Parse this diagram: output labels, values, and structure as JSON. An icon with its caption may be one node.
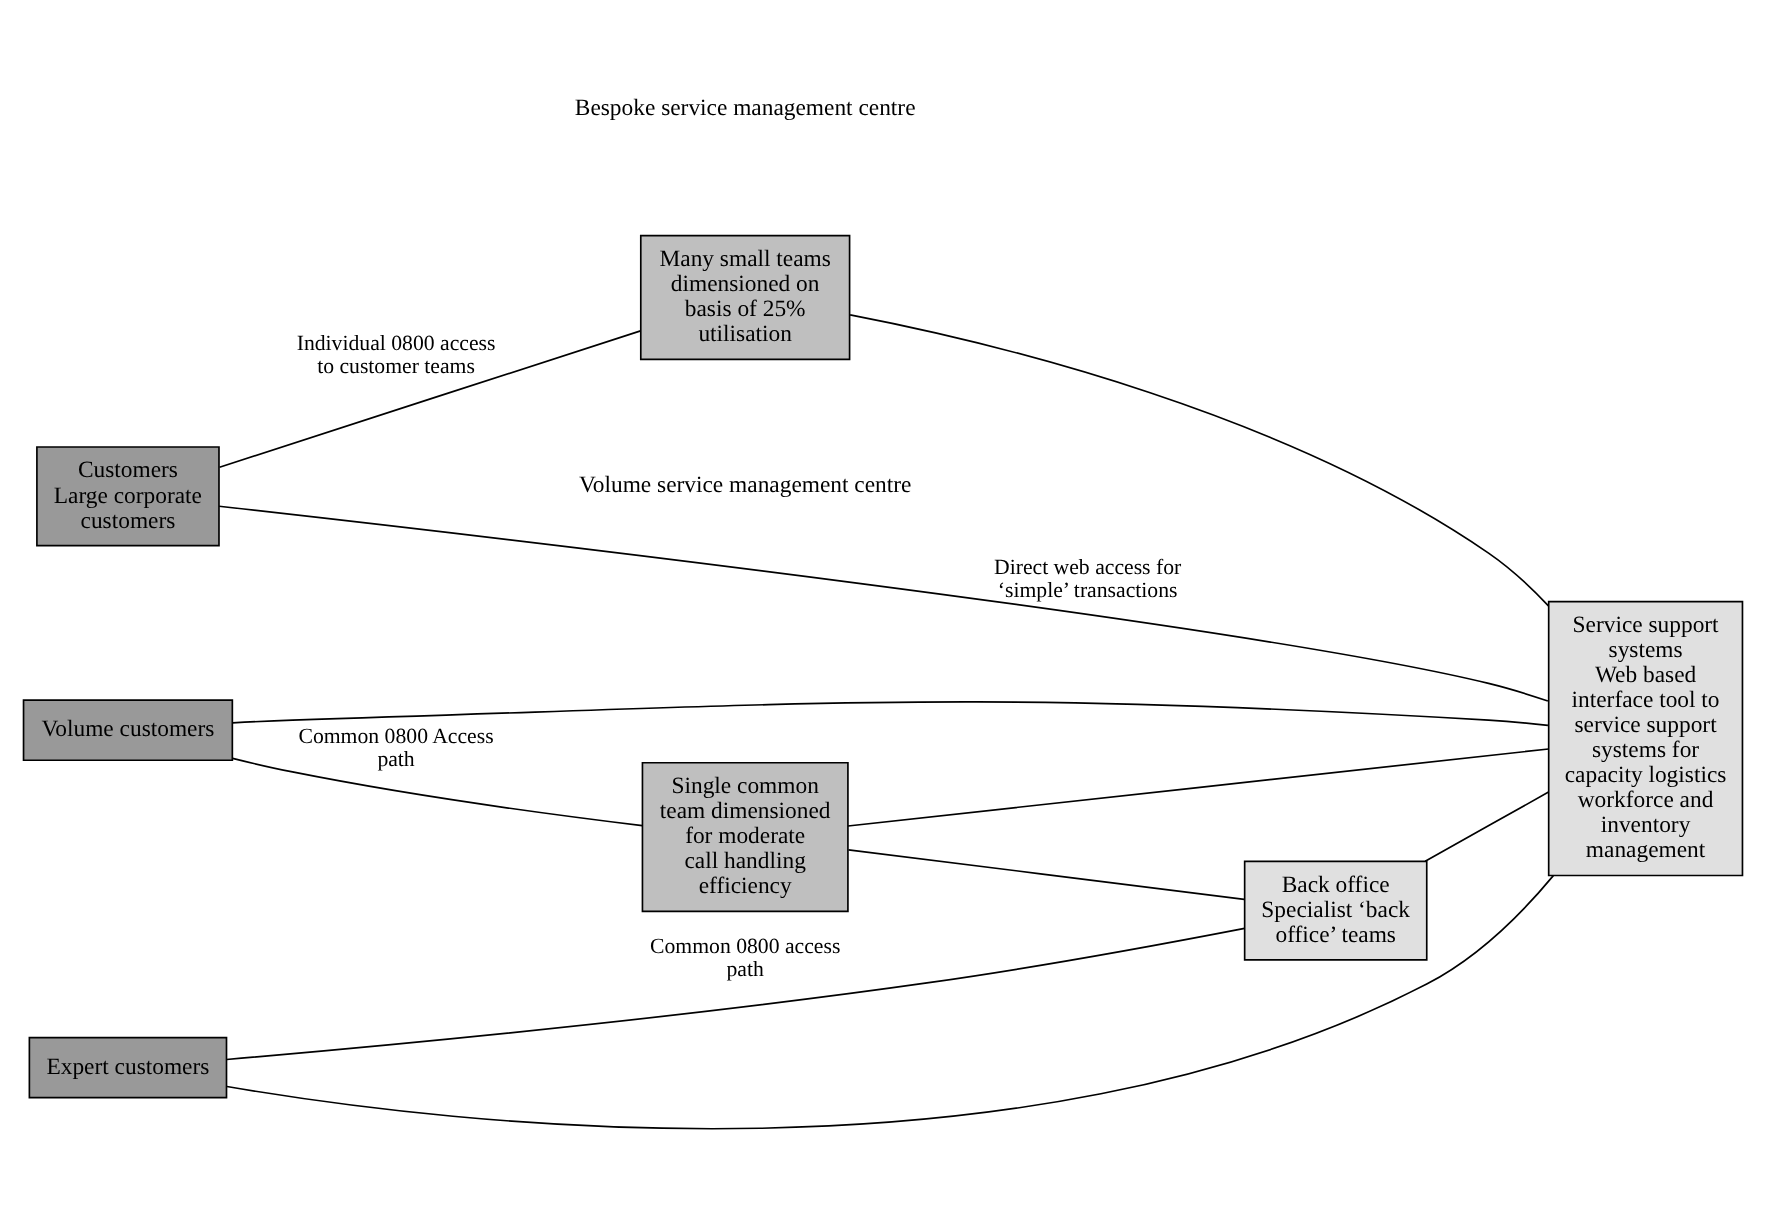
{
  "diagram": {
    "nodes": [
      {
        "text": [
          "Customers",
          "Large corporate customers"
        ]
      },
      {
        "text": [
          "Many small teams dimensioned on basis of 25% utilisation"
        ]
      },
      {
        "text": [
          "Service support systems",
          "Web based interface tool to service support systems for capacity logistics workforce and inventory management"
        ]
      },
      {
        "text": [
          "Volume customers"
        ]
      },
      {
        "text": [
          "Single common team dimensioned for moderate call handling efficiency"
        ]
      },
      {
        "text": [
          "Expert customers"
        ]
      },
      {
        "text": [
          "Back office",
          "Specialist ‘back office’ teams"
        ]
      }
    ],
    "edges": [
      {
        "from": 0,
        "to": 1,
        "arrow": "none",
        "label": "Individual 0800 access to customer teams"
      },
      {
        "from": 1,
        "to": 2,
        "arrow": "none"
      },
      {
        "from": 0,
        "to": 2,
        "arrow": "none",
        "label": "Direct web access for ‘simple’ transactions"
      },
      {
        "from": 3,
        "to": 2,
        "arrow": "none"
      },
      {
        "from": 5,
        "to": 2,
        "arrow": "none"
      },
      {
        "from": 3,
        "to": 4,
        "arrow": "none",
        "label": "Common 0800 Access path"
      },
      {
        "from": 4,
        "to": 2,
        "arrow": "none"
      },
      {
        "from": 4,
        "to": 6,
        "arrow": "none"
      },
      {
        "from": 5,
        "to": 6,
        "arrow": "none",
        "label": "Common 0800 access path"
      },
      {
        "from": 6,
        "to": 2,
        "arrow": "none"
      }
    ],
    "labels": [
      "Bespoke service management centre",
      "Volume service management centre"
    ]
  }
}
